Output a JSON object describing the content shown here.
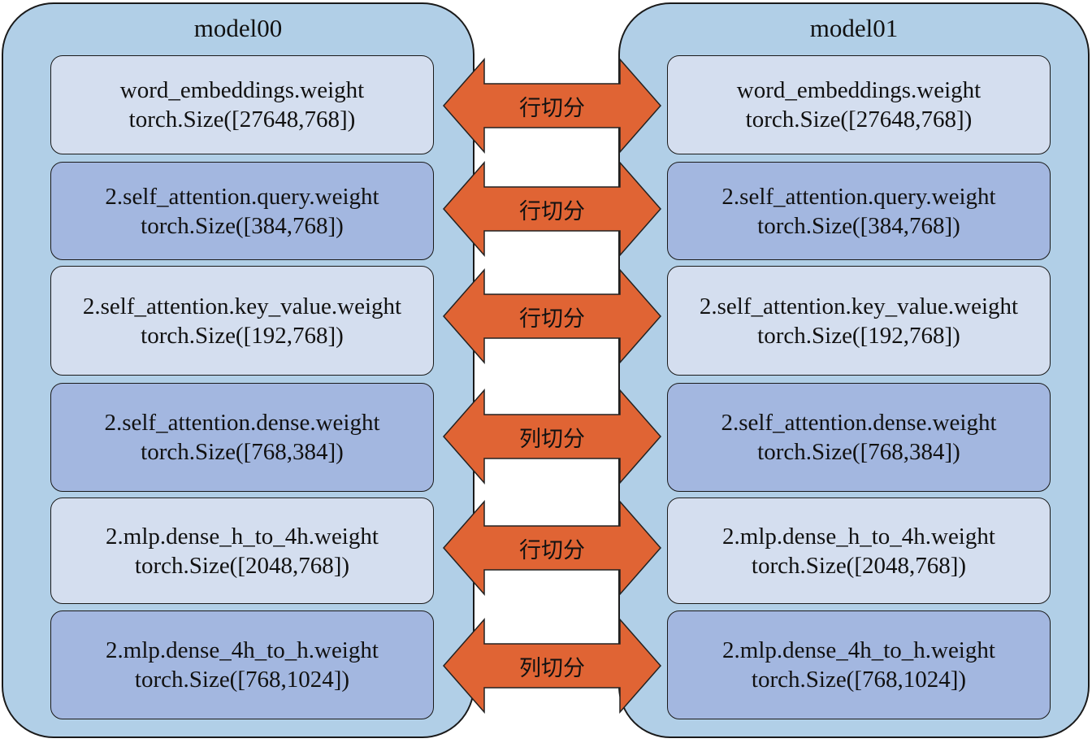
{
  "left_model": {
    "title": "model00"
  },
  "right_model": {
    "title": "model01"
  },
  "rows": [
    {
      "name": "word_embeddings.weight",
      "size": "torch.Size([27648,768])",
      "split": "行切分"
    },
    {
      "name": "2.self_attention.query.weight",
      "size": "torch.Size([384,768])",
      "split": "行切分"
    },
    {
      "name": "2.self_attention.key_value.weight",
      "size": "torch.Size([192,768])",
      "split": "行切分"
    },
    {
      "name": "2.self_attention.dense.weight",
      "size": "torch.Size([768,384])",
      "split": "列切分"
    },
    {
      "name": "2.mlp.dense_h_to_4h.weight",
      "size": "torch.Size([2048,768])",
      "split": "行切分"
    },
    {
      "name": "2.mlp.dense_4h_to_h.weight",
      "size": "torch.Size([768,1024])",
      "split": "列切分"
    }
  ],
  "colors": {
    "panel": "#b1cfe7",
    "box_light": "#d4deef",
    "box_dark": "#a3b7e0",
    "arrow": "#e06434"
  }
}
